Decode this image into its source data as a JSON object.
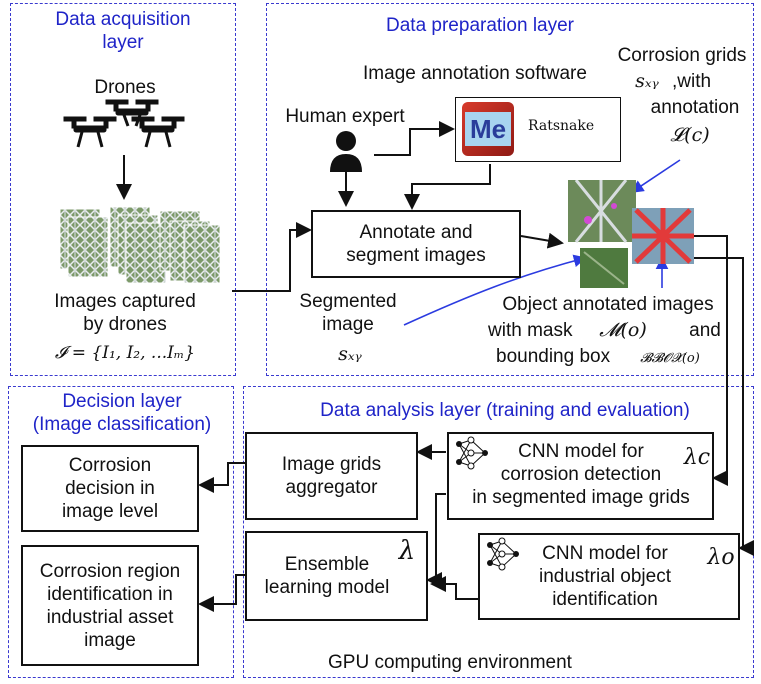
{
  "layers": {
    "acquisition": "Data acquisition\nlayer",
    "preparation": "Data preparation layer",
    "decision": "Decision layer\n(Image classification)",
    "analysis": "Data analysis layer (training and evaluation)"
  },
  "acquisition": {
    "drones_label": "Drones",
    "images_caption": "Images captured\nby drones",
    "image_set": "𝓘 = {I₁, I₂, ...Iₘ}"
  },
  "preparation": {
    "software_label": "Image annotation software",
    "software_name": "Ratsnake",
    "software_logo": "Me",
    "expert_label": "Human expert",
    "annotate_box": "Annotate and\nsegment images",
    "segmented_label": "Segmented\nimage",
    "segmented_symbol": "sₓᵧ",
    "corrosion_label_1": "Corrosion grids",
    "corrosion_symbol": "sₓᵧ",
    "corrosion_label_2": ",with",
    "corrosion_label_3": "annotation",
    "corrosion_label_fn": "𝓛(c)",
    "object_label_1": "Object annotated images",
    "object_label_2": "with mask",
    "object_mask_fn": "𝓜(o)",
    "object_label_3": "and",
    "object_label_4": "bounding box",
    "object_bbox_fn": "𝓑𝓑𝓞𝓧(o)"
  },
  "analysis": {
    "cnn_corrosion": "CNN model for\ncorrosion detection\nin segmented image grids",
    "lambda_c": "λc",
    "cnn_object": "CNN model for\nindustrial  object\nidentification",
    "lambda_o": "λo",
    "aggregator": "Image grids\naggregator",
    "ensemble": "Ensemble\nlearning model",
    "lambda": "λ",
    "gpu_env": "GPU computing environment"
  },
  "decision": {
    "corrosion_decision": "Corrosion\ndecision in\nimage level",
    "region_identification": "Corrosion region\nidentification in\nindustrial asset\nimage"
  },
  "colors": {
    "layer_title": "#1f24c8",
    "dashed_border": "#3a3acf",
    "annotation_arrow": "#2b3be0"
  }
}
